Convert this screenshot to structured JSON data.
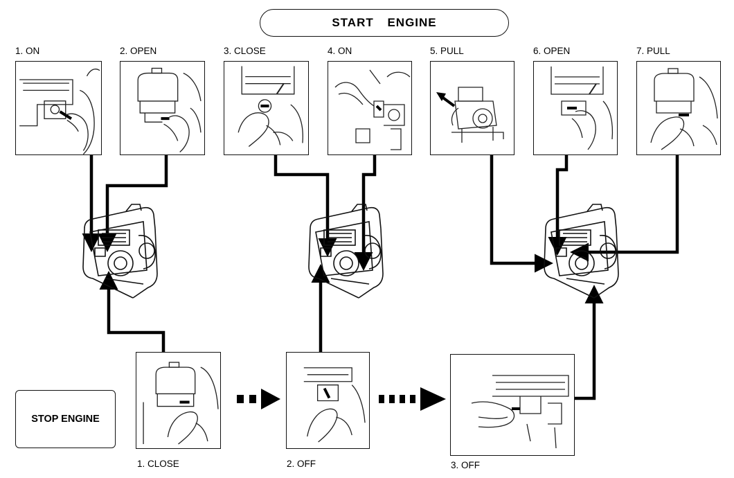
{
  "start_title": "START ENGINE",
  "stop_title": "STOP ENGINE",
  "start_steps": [
    {
      "label": "1. ON",
      "icon": "fuel-valve-on-icon"
    },
    {
      "label": "2. OPEN",
      "icon": "choke-open-icon"
    },
    {
      "label": "3. CLOSE",
      "icon": "choke-close-icon"
    },
    {
      "label": "4. ON",
      "icon": "engine-switch-on-icon"
    },
    {
      "label": "5. PULL",
      "icon": "recoil-starter-pull-icon"
    },
    {
      "label": "6. OPEN",
      "icon": "choke-open-icon"
    },
    {
      "label": "7. PULL",
      "icon": "throttle-pull-icon"
    }
  ],
  "stop_steps": [
    {
      "label": "1. CLOSE",
      "icon": "throttle-close-icon"
    },
    {
      "label": "2. OFF",
      "icon": "engine-switch-off-icon"
    },
    {
      "label": "3. OFF",
      "icon": "fuel-valve-off-icon"
    }
  ]
}
